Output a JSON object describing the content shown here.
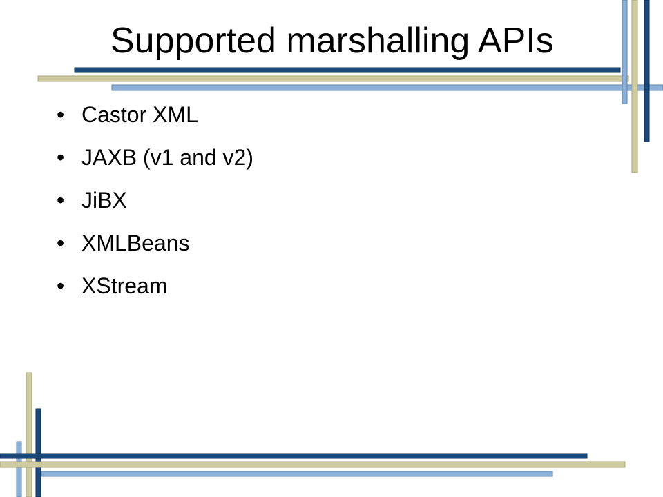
{
  "slide": {
    "title": "Supported marshalling APIs",
    "bullet_symbol": "•",
    "bullets": [
      {
        "text": "Castor XML"
      },
      {
        "text": "JAXB (v1 and v2)"
      },
      {
        "text": "JiBX"
      },
      {
        "text": "XMLBeans"
      },
      {
        "text": "XStream"
      }
    ]
  },
  "colors": {
    "navy": "#1b4a7a",
    "light_blue": "#8db0d6",
    "khaki": "#cfcba1",
    "background": "#ffffff",
    "text": "#000000"
  }
}
